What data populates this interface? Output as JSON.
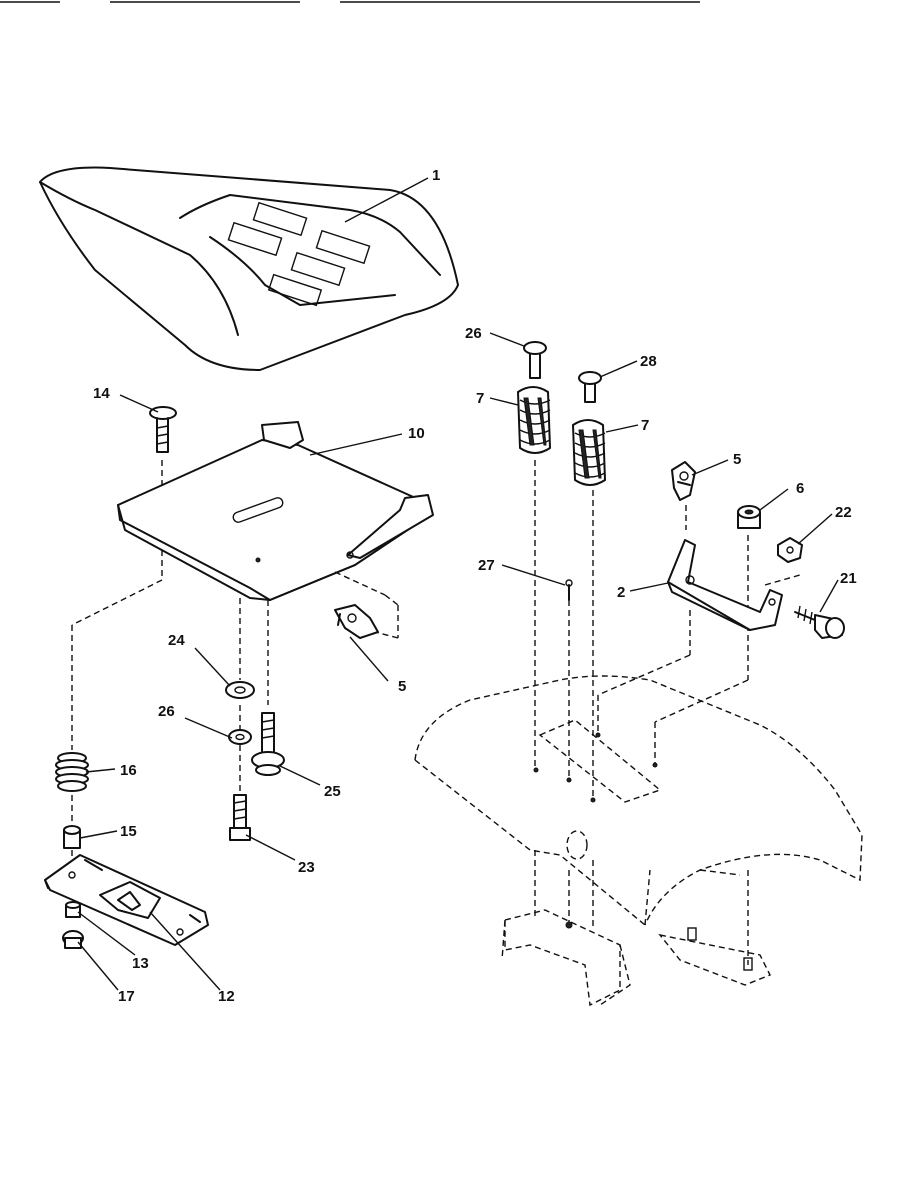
{
  "callouts": {
    "c1": "1",
    "c2": "2",
    "c5a": "5",
    "c5b": "5",
    "c6": "6",
    "c7a": "7",
    "c7b": "7",
    "c10": "10",
    "c12": "12",
    "c13": "13",
    "c14": "14",
    "c15": "15",
    "c16": "16",
    "c17": "17",
    "c21": "21",
    "c22": "22",
    "c23": "23",
    "c24": "24",
    "c25": "25",
    "c26": "26",
    "c27": "27",
    "c28a": "26",
    "c28b": "28"
  }
}
